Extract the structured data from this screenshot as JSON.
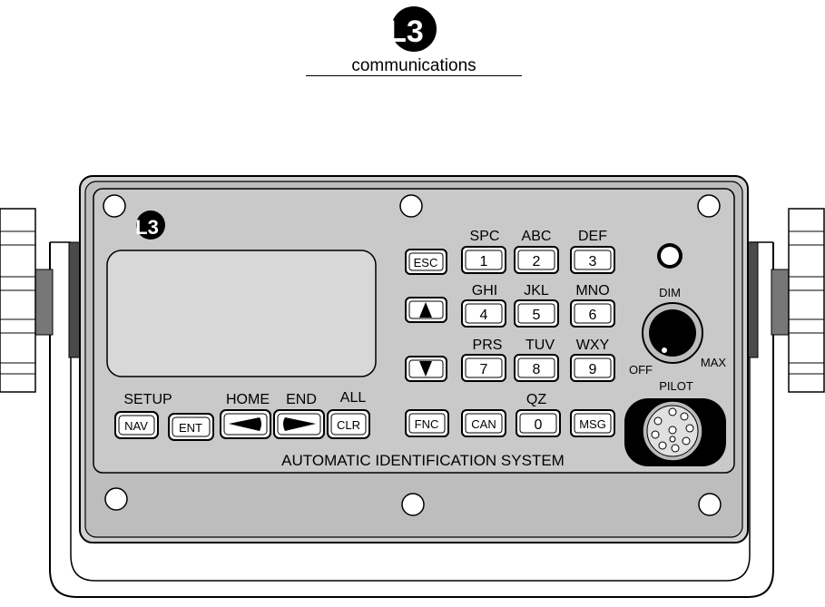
{
  "header": {
    "logo_text": "L3",
    "logo_subtext": "communications"
  },
  "panel": {
    "logo_text": "L3",
    "system_title": "AUTOMATIC IDENTIFICATION SYSTEM",
    "display": {
      "text": ""
    },
    "keys": {
      "esc": "ESC",
      "up_icon": "triangle-up",
      "down_icon": "triangle-down",
      "left_icon": "triangle-left",
      "right_icon": "triangle-right",
      "k1": "1",
      "k2": "2",
      "k3": "3",
      "k4": "4",
      "k5": "5",
      "k6": "6",
      "k7": "7",
      "k8": "8",
      "k9": "9",
      "k0": "0",
      "nav": "NAV",
      "ent": "ENT",
      "clr": "CLR",
      "fnc": "FNC",
      "can": "CAN",
      "msg": "MSG"
    },
    "key_labels": {
      "spc": "SPC",
      "abc": "ABC",
      "def": "DEF",
      "ghi": "GHI",
      "jkl": "JKL",
      "mno": "MNO",
      "prs": "PRS",
      "tuv": "TUV",
      "wxy": "WXY",
      "qz": "QZ",
      "setup": "SETUP",
      "home": "HOME",
      "end": "END",
      "all": "ALL"
    },
    "dim_knob": {
      "label": "DIM",
      "off_label": "OFF",
      "max_label": "MAX"
    },
    "pilot_connector": {
      "label": "PILOT"
    }
  }
}
